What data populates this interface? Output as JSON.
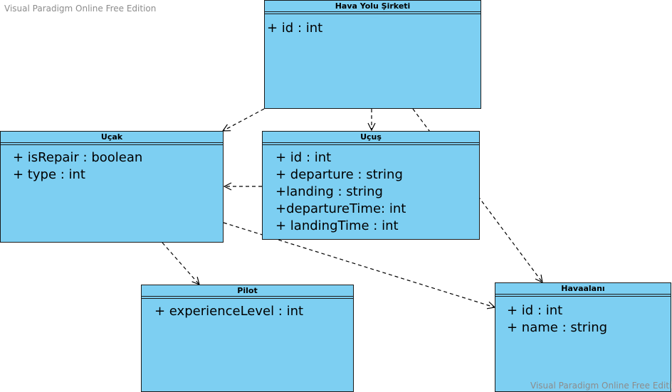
{
  "watermark": {
    "top": "Visual Paradigm Online Free Edition",
    "bottom": "Visual Paradigm Online Free Edition"
  },
  "classes": {
    "havayolu": {
      "name": "Hava Yolu Şirketi",
      "attributes": [
        "+ id : int"
      ]
    },
    "ucak": {
      "name": "Uçak",
      "attributes": [
        "+ isRepair : boolean",
        "+ type : int"
      ]
    },
    "ucus": {
      "name": "Uçuş",
      "attributes": [
        "+ id : int",
        "+ departure : string",
        "+landing : string",
        "+departureTime: int",
        "+ landingTime : int"
      ]
    },
    "pilot": {
      "name": "Pilot",
      "attributes": [
        "+ experienceLevel : int"
      ]
    },
    "havaalani": {
      "name": "Havaalanı",
      "attributes": [
        "+ id : int",
        "+ name : string"
      ]
    }
  },
  "colors": {
    "class_fill": "#7dcff2",
    "border": "#1a1a1a",
    "watermark": "#8c8c8c"
  }
}
